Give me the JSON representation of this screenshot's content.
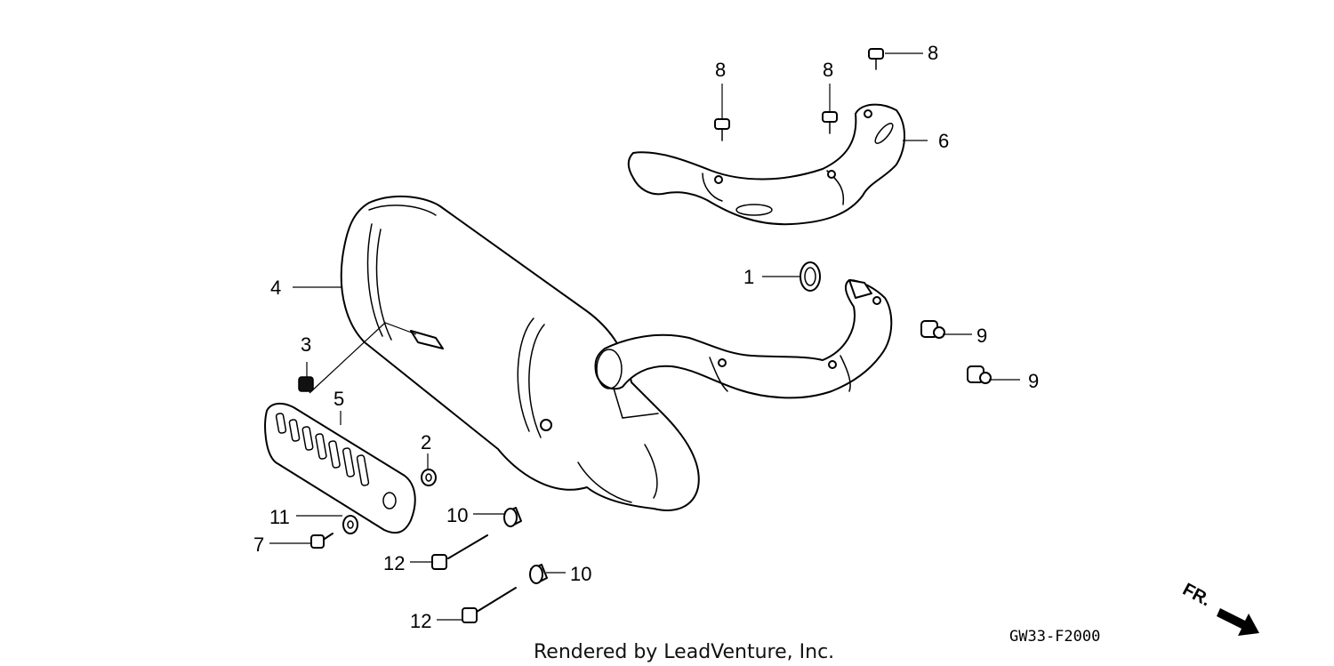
{
  "callouts": {
    "c1": "1",
    "c2": "2",
    "c3": "3",
    "c4": "4",
    "c5": "5",
    "c6": "6",
    "c7": "7",
    "c8a": "8",
    "c8b": "8",
    "c8c": "8",
    "c9a": "9",
    "c9b": "9",
    "c10a": "10",
    "c10b": "10",
    "c11": "11",
    "c12a": "12",
    "c12b": "12"
  },
  "diagram_code": "GW33-F2000",
  "credit": "Rendered by LeadVenture, Inc.",
  "direction_label": "FR."
}
